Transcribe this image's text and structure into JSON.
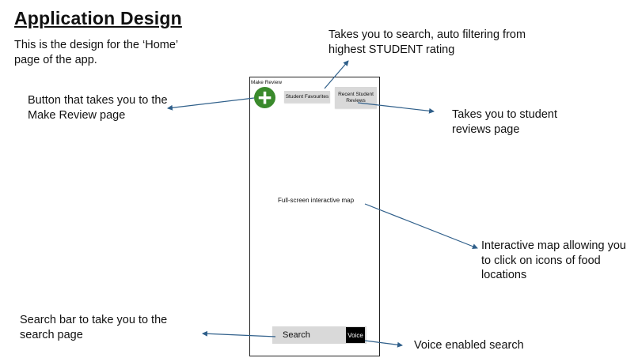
{
  "title": "Application Design",
  "intro": "This is the design for the ‘Home’ page of the app.",
  "notes": {
    "make_review": "Button that takes you to the Make Review page",
    "search_fav": "Takes you to search, auto filtering from highest STUDENT rating",
    "student_reviews": "Takes you to student reviews page",
    "map": "Interactive map allowing you to click on icons of food locations",
    "search_bar": "Search bar to take you to the search page",
    "voice": "Voice enabled search"
  },
  "phone": {
    "make_review_label": "Make Review",
    "plus_glyph": "+",
    "favourites_label": "Student Favourites",
    "recent_label": "Recent Student Reviews",
    "map_label": "Full-screen interactive map",
    "search_label": "Search",
    "voice_label": "Voice"
  },
  "colors": {
    "arrow": "#2f5f8a",
    "plus_button": "#3a8a2c",
    "button_gray": "#d9d9d9"
  }
}
